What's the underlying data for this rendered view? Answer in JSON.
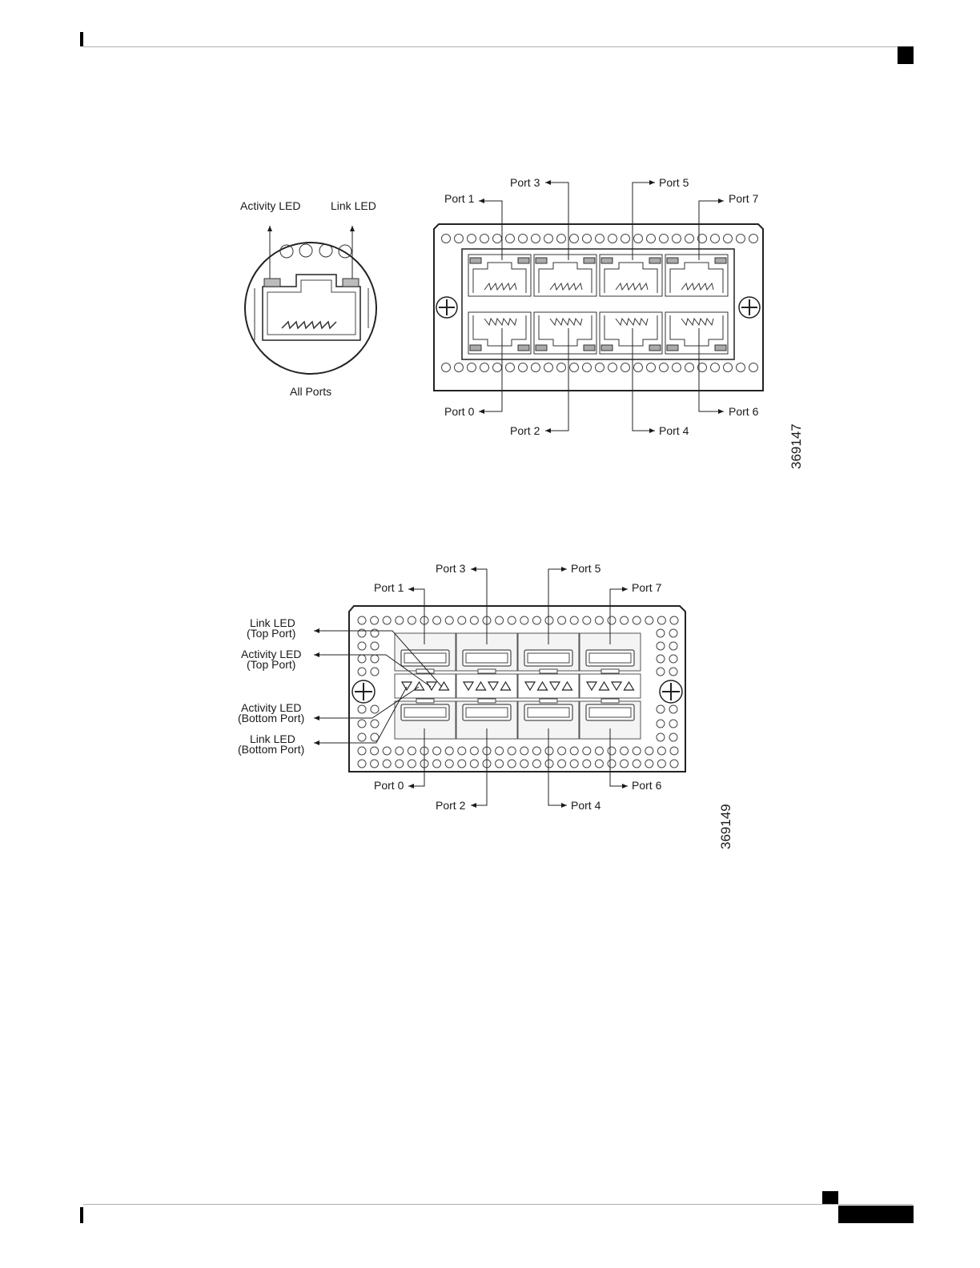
{
  "figure1": {
    "detail_labels": {
      "activity_led": "Activity LED",
      "link_led": "Link LED",
      "all_ports": "All Ports"
    },
    "ports": {
      "p0": "Port 0",
      "p1": "Port 1",
      "p2": "Port 2",
      "p3": "Port 3",
      "p4": "Port 4",
      "p5": "Port 5",
      "p6": "Port 6",
      "p7": "Port 7"
    },
    "figure_id": "369147"
  },
  "figure2": {
    "led_labels": {
      "link_top": [
        "Link LED",
        "(Top Port)"
      ],
      "activity_top": [
        "Activity LED",
        "(Top Port)"
      ],
      "activity_bottom": [
        "Activity LED",
        "(Bottom Port)"
      ],
      "link_bottom": [
        "Link LED",
        "(Bottom Port)"
      ]
    },
    "ports": {
      "p0": "Port 0",
      "p1": "Port 1",
      "p2": "Port 2",
      "p3": "Port 3",
      "p4": "Port 4",
      "p5": "Port 5",
      "p6": "Port 6",
      "p7": "Port 7"
    },
    "figure_id": "369149"
  }
}
